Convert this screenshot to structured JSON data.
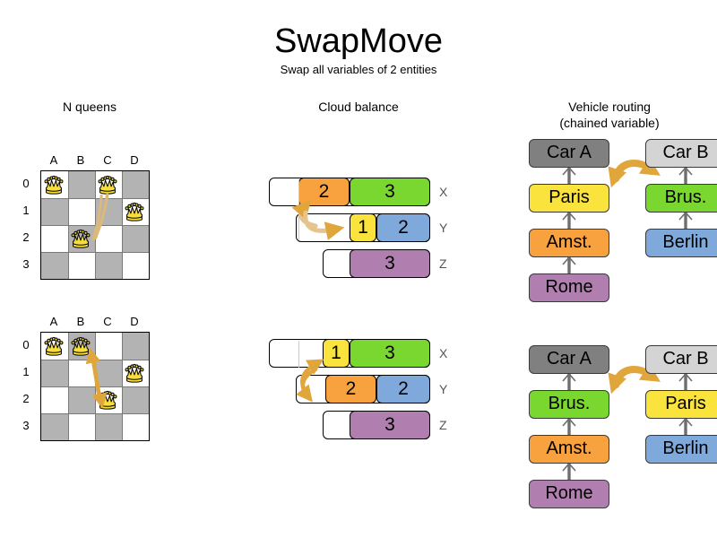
{
  "header": {
    "title": "SwapMove",
    "subtitle": "Swap all variables of 2 entities"
  },
  "columns": [
    {
      "id": "n-queens",
      "label": "N queens"
    },
    {
      "id": "cloud-balance",
      "label": "Cloud balance"
    },
    {
      "id": "vehicle-routing",
      "label": "Vehicle routing\n(chained variable)",
      "line1": "Vehicle routing",
      "line2": "(chained variable)"
    }
  ],
  "colors": {
    "orange": "#f8a13f",
    "green": "#79d72f",
    "yellow": "#f9e33c",
    "blue": "#7fa9db",
    "purple": "#b07fb0",
    "dark_gray": "#808080",
    "light_gray": "#d4d4d4",
    "board_dark": "#b3b3b3",
    "board_light": "#ffffff",
    "arrow": "#e0a63c",
    "arrow_light": "#e5c48d",
    "queen_gold": "#f7de3a",
    "edge": "#6e6e6e"
  },
  "nqueens": {
    "column_labels": [
      "A",
      "B",
      "C",
      "D"
    ],
    "row_labels": [
      "0",
      "1",
      "2",
      "3"
    ],
    "before": {
      "queens": [
        {
          "col": 0,
          "row": 0,
          "name": "queen-a0"
        },
        {
          "col": 2,
          "row": 0,
          "name": "queen-c0"
        },
        {
          "col": 3,
          "row": 1,
          "name": "queen-d1"
        },
        {
          "col": 1,
          "row": 2,
          "name": "queen-b2"
        }
      ],
      "move": {
        "from": "C0",
        "to": "B2",
        "style": "double"
      }
    },
    "after": {
      "queens": [
        {
          "col": 0,
          "row": 0,
          "name": "queen-a0"
        },
        {
          "col": 1,
          "row": 0,
          "name": "queen-b0"
        },
        {
          "col": 3,
          "row": 1,
          "name": "queen-d1"
        },
        {
          "col": 2,
          "row": 2,
          "name": "queen-c2"
        }
      ],
      "move": {
        "from": "B0",
        "to": "C2",
        "style": "double"
      }
    }
  },
  "cloud_balance": {
    "before": {
      "rows": [
        {
          "label": "X",
          "start": 300,
          "segments": [
            {
              "value": "2",
              "color": "orange",
              "width": 57
            },
            {
              "value": "3",
              "color": "green",
              "width": 90
            }
          ]
        },
        {
          "label": "Y",
          "start": 330,
          "segments": [
            {
              "value": "1",
              "color": "yellow",
              "width": 30
            },
            {
              "value": "2",
              "color": "blue",
              "width": 60
            }
          ]
        },
        {
          "label": "Z",
          "start": 360,
          "segments": [
            {
              "value": "3",
              "color": "purple",
              "width": 90
            }
          ]
        }
      ],
      "move": {
        "from": "Y:1",
        "to": "X:2",
        "style": "curved"
      }
    },
    "after": {
      "rows": [
        {
          "label": "X",
          "start": 300,
          "segments": [
            {
              "value": "1",
              "color": "yellow",
              "width": 30
            },
            {
              "value": "3",
              "color": "green",
              "width": 90
            }
          ]
        },
        {
          "label": "Y",
          "start": 330,
          "segments": [
            {
              "value": "2",
              "color": "orange",
              "width": 57
            },
            {
              "value": "2",
              "color": "blue",
              "width": 60
            }
          ]
        },
        {
          "label": "Z",
          "start": 360,
          "segments": [
            {
              "value": "3",
              "color": "purple",
              "width": 90
            }
          ]
        }
      ],
      "move": {
        "from": "X:1",
        "to": "Y:2",
        "style": "double"
      }
    }
  },
  "vehicle_routing": {
    "before": {
      "chains": [
        {
          "vehicle": "Car A",
          "vehicle_color": "dark_gray",
          "nodes": [
            {
              "label": "Paris",
              "color": "yellow"
            },
            {
              "label": "Amst.",
              "color": "orange"
            },
            {
              "label": "Rome",
              "color": "purple"
            }
          ]
        },
        {
          "vehicle": "Car B",
          "vehicle_color": "light_gray",
          "nodes": [
            {
              "label": "Brus.",
              "color": "green"
            },
            {
              "label": "Berlin",
              "color": "blue"
            }
          ]
        }
      ],
      "swap": {
        "left": "Paris",
        "right": "Brus."
      }
    },
    "after": {
      "chains": [
        {
          "vehicle": "Car A",
          "vehicle_color": "dark_gray",
          "nodes": [
            {
              "label": "Brus.",
              "color": "green"
            },
            {
              "label": "Amst.",
              "color": "orange"
            },
            {
              "label": "Rome",
              "color": "purple"
            }
          ]
        },
        {
          "vehicle": "Car B",
          "vehicle_color": "light_gray",
          "nodes": [
            {
              "label": "Paris",
              "color": "yellow"
            },
            {
              "label": "Berlin",
              "color": "blue"
            }
          ]
        }
      ],
      "swap": {
        "left": "Brus.",
        "right": "Paris"
      }
    }
  }
}
